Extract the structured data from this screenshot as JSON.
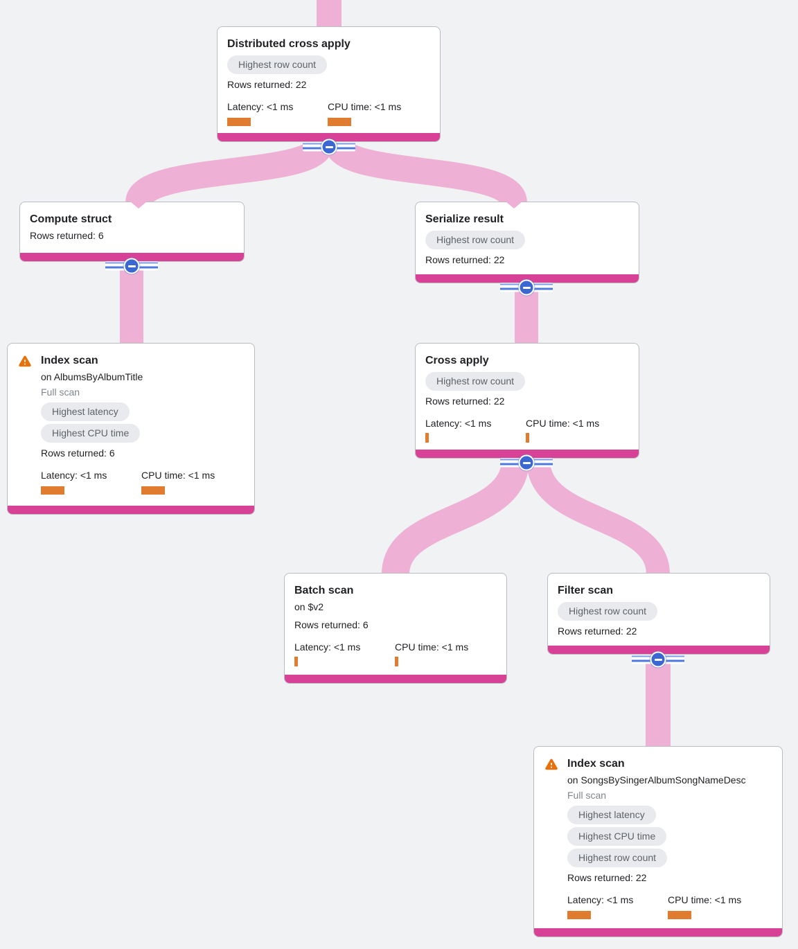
{
  "colors": {
    "background": "#f0f2f4",
    "edge_pink": "#eeb0d4",
    "node_footer_magenta": "#d84296",
    "metric_bar_orange": "#e07c30",
    "warning_orange": "#e8710a",
    "collapse_blue": "#3b67d2",
    "badge_background": "#e8eaed",
    "badge_text": "#5f6368",
    "text_primary": "#202124",
    "text_muted": "#80868b"
  },
  "icons": {
    "warning": "warning-triangle",
    "collapse": "minus-in-circle"
  },
  "nodes": [
    {
      "title": "Distributed cross apply",
      "badges": [
        "Highest row count"
      ],
      "rows": "Rows returned: 22",
      "latency": "Latency: <1 ms",
      "cpu": "CPU time: <1 ms",
      "latency_bar": "large",
      "cpu_bar": "large"
    },
    {
      "title": "Compute struct",
      "rows": "Rows returned: 6"
    },
    {
      "title": "Serialize result",
      "badges": [
        "Highest row count"
      ],
      "rows": "Rows returned: 22"
    },
    {
      "title": "Index scan",
      "warning": true,
      "subtitle": "on AlbumsByAlbumTitle",
      "scan": "Full scan",
      "badges": [
        "Highest latency",
        "Highest CPU time"
      ],
      "rows": "Rows returned: 6",
      "latency": "Latency: <1 ms",
      "cpu": "CPU time: <1 ms",
      "latency_bar": "large",
      "cpu_bar": "large"
    },
    {
      "title": "Cross apply",
      "badges": [
        "Highest row count"
      ],
      "rows": "Rows returned: 22",
      "latency": "Latency: <1 ms",
      "cpu": "CPU time: <1 ms",
      "latency_bar": "small",
      "cpu_bar": "small"
    },
    {
      "title": "Batch scan",
      "subtitle": "on $v2",
      "rows": "Rows returned: 6",
      "latency": "Latency: <1 ms",
      "cpu": "CPU time: <1 ms",
      "latency_bar": "small",
      "cpu_bar": "small"
    },
    {
      "title": "Filter scan",
      "badges": [
        "Highest row count"
      ],
      "rows": "Rows returned: 22"
    },
    {
      "title": "Index scan",
      "warning": true,
      "subtitle": "on SongsBySingerAlbumSongNameDesc",
      "scan": "Full scan",
      "badges": [
        "Highest latency",
        "Highest CPU time",
        "Highest row count"
      ],
      "rows": "Rows returned: 22",
      "latency": "Latency: <1 ms",
      "cpu": "CPU time: <1 ms",
      "latency_bar": "large",
      "cpu_bar": "large"
    }
  ]
}
